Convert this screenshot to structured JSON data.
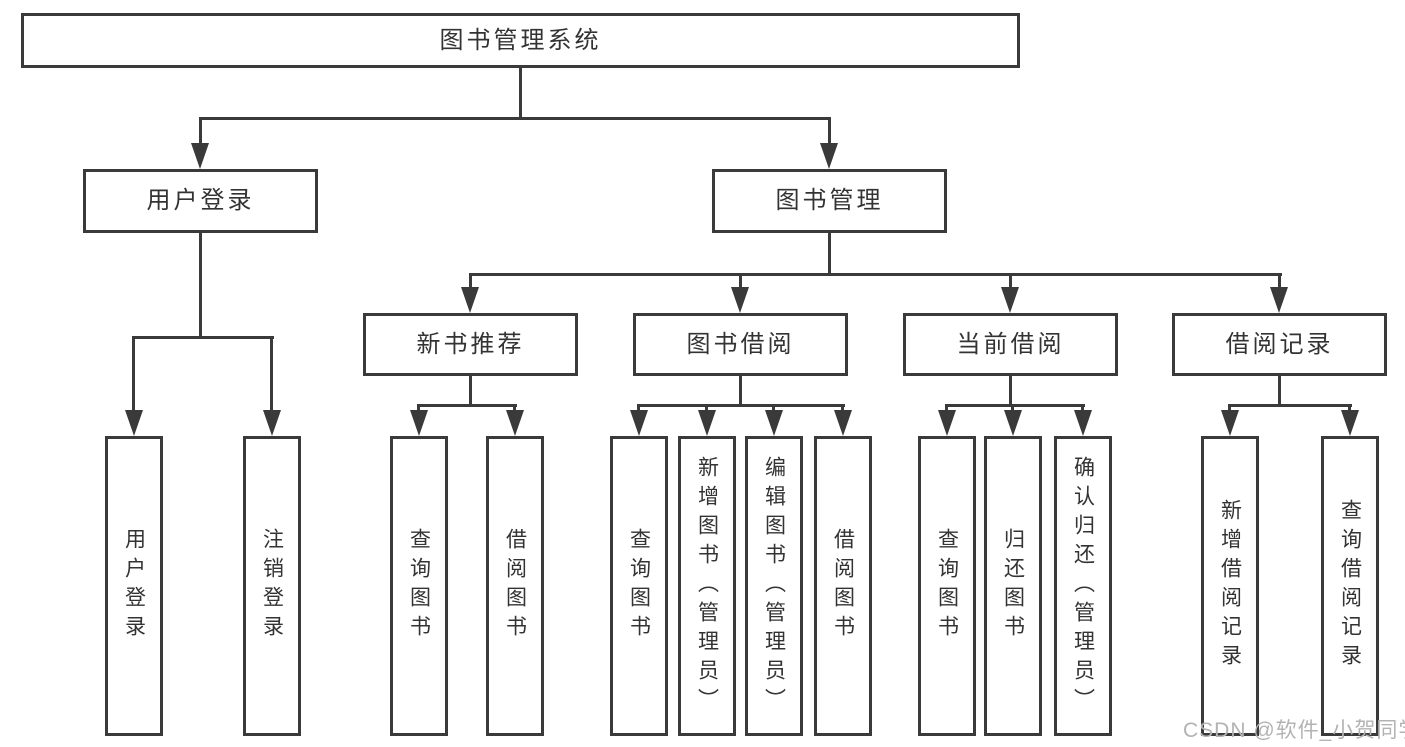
{
  "colors": {
    "line": "#3a3a3a",
    "text": "#333333",
    "background": "#ffffff",
    "watermark": "#b3b3b3"
  },
  "watermark": "CSDN @软件_小贺同学",
  "diagram": {
    "root": "图书管理系统",
    "level2": {
      "userLogin": "用户登录",
      "bookMgmt": "图书管理"
    },
    "level3": {
      "newBookRec": "新书推荐",
      "bookBorrow": "图书借阅",
      "currentBorrow": "当前借阅",
      "borrowRecords": "借阅记录"
    },
    "level4": {
      "userLogin": "用户登录",
      "logout": "注销登录",
      "recQuery": "查询图书",
      "recBorrow": "借阅图书",
      "bbQuery": "查询图书",
      "bbAdd": "新增图书（管理员）",
      "bbEdit": "编辑图书（管理员）",
      "bbBorrow": "借阅图书",
      "cbQuery": "查询图书",
      "cbReturn": "归还图书",
      "cbConfirm": "确认归还（管理员）",
      "brAdd": "新增借阅记录",
      "brQuery": "查询借阅记录"
    },
    "edges": [
      {
        "from": "图书管理系统",
        "to": [
          "用户登录",
          "图书管理"
        ]
      },
      {
        "from": "用户登录",
        "to": [
          "用户登录",
          "注销登录"
        ]
      },
      {
        "from": "图书管理",
        "to": [
          "新书推荐",
          "图书借阅",
          "当前借阅",
          "借阅记录"
        ]
      },
      {
        "from": "新书推荐",
        "to": [
          "查询图书",
          "借阅图书"
        ]
      },
      {
        "from": "图书借阅",
        "to": [
          "查询图书",
          "新增图书（管理员）",
          "编辑图书（管理员）",
          "借阅图书"
        ]
      },
      {
        "from": "当前借阅",
        "to": [
          "查询图书",
          "归还图书",
          "确认归还（管理员）"
        ]
      },
      {
        "from": "借阅记录",
        "to": [
          "新增借阅记录",
          "查询借阅记录"
        ]
      }
    ]
  }
}
